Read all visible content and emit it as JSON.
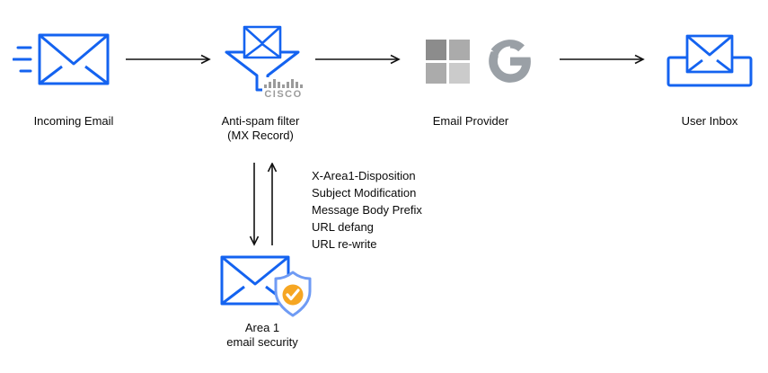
{
  "nodes": {
    "incoming": {
      "label": "Incoming Email"
    },
    "antispam": {
      "label": "Anti-spam filter",
      "sublabel": "(MX Record)",
      "cisco_text": "CISCO"
    },
    "provider": {
      "label": "Email Provider"
    },
    "inbox": {
      "label": "User Inbox"
    },
    "area1": {
      "label": "Area 1",
      "sublabel": "email security"
    }
  },
  "annotations": {
    "lines": [
      "X-Area1-Disposition",
      "Subject Modification",
      "Message Body Prefix",
      "URL defang",
      "URL re-write"
    ]
  },
  "colors": {
    "envelope_blue": "#1463F0",
    "shield_blue": "#6F9BF4",
    "badge_orange": "#F6A622",
    "logo_gray": "#9B9B9B",
    "arrow_black": "#111111",
    "text_black": "#0A0A0A"
  }
}
